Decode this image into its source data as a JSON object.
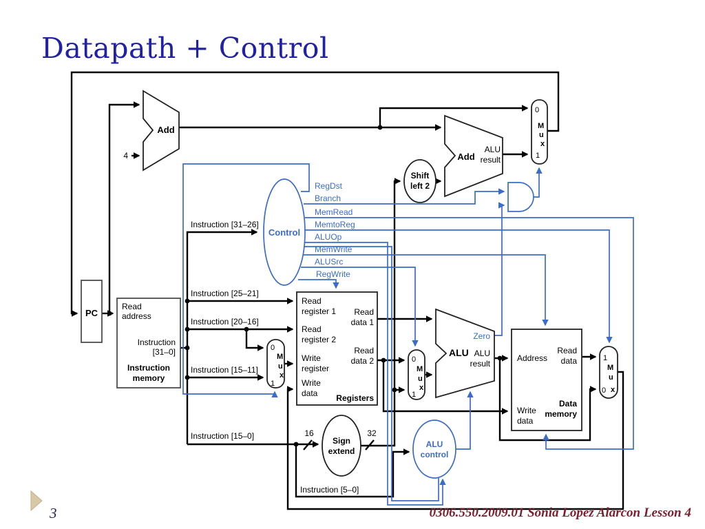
{
  "slide": {
    "title": "Datapath + Control",
    "page_number": "3",
    "footer": "0306.550.2009.01 Sonia Lopez Alarcon Lesson 4"
  },
  "colors": {
    "title_blue": "#2121a3",
    "footer_maroon": "#7d1f2e",
    "control_blue": "#3a6cc8",
    "wire_black": "#000000",
    "bullet_tan": "#d8c9a6"
  },
  "d": {
    "pc": "PC",
    "im": {
      "read": "Read",
      "address": "address",
      "instr": "Instruction",
      "range": "[31–0]",
      "name1": "Instruction",
      "name2": "memory"
    },
    "add1": {
      "label": "Add",
      "four": "4"
    },
    "add2": {
      "label": "Add",
      "r1": "ALU",
      "r2": "result"
    },
    "shift": {
      "l1": "Shift",
      "l2": "left 2"
    },
    "control": {
      "label": "Control",
      "signals": [
        "RegDst",
        "Branch",
        "MemRead",
        "MemtoReg",
        "ALUOp",
        "MemWrite",
        "ALUSrc",
        "RegWrite"
      ]
    },
    "fields": {
      "f31": "Instruction [31–26]",
      "f25": "Instruction [25–21]",
      "f20": "Instruction [20–16]",
      "f15": "Instruction [15–11]",
      "f150": "Instruction [15–0]",
      "f50": "Instruction [5–0]"
    },
    "regs": {
      "rr1a": "Read",
      "rr1b": "register 1",
      "rr2a": "Read",
      "rr2b": "register 2",
      "wra": "Write",
      "wrb": "register",
      "wda": "Write",
      "wdb": "data",
      "rd1a": "Read",
      "rd1b": "data 1",
      "rd2a": "Read",
      "rd2b": "data 2",
      "name": "Registers"
    },
    "mux": {
      "m": "M",
      "u": "u",
      "x": "x",
      "i0": "0",
      "i1": "1"
    },
    "signext": {
      "l1": "Sign",
      "l2": "extend",
      "w16": "16",
      "w32": "32"
    },
    "alucontrol": {
      "l1": "ALU",
      "l2": "control"
    },
    "alu": {
      "label": "ALU",
      "zero": "Zero",
      "r1": "ALU",
      "r2": "result"
    },
    "dm": {
      "address": "Address",
      "rd1": "Read",
      "rd2": "data",
      "wd1": "Write",
      "wd2": "data",
      "name1": "Data",
      "name2": "memory"
    }
  }
}
